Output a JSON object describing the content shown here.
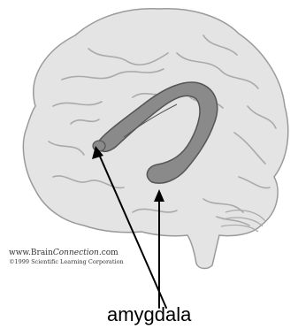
{
  "illustration": {
    "subject": "brain-lateral-view",
    "highlighted_structure": "limbic-arc"
  },
  "callout": {
    "label": "amygdala"
  },
  "credit": {
    "site_prefix": "www.Brain",
    "site_italic": "Connection",
    "site_suffix": ".com",
    "copyright": "©1999 Scientific Learning Corporation"
  },
  "colors": {
    "brain_fill": "#e4e4e4",
    "brain_outline": "#9a9a9a",
    "sulci": "#aaaaaa",
    "structure_fill": "#8a8a8a",
    "structure_outline": "#555555",
    "arrow": "#000000"
  }
}
